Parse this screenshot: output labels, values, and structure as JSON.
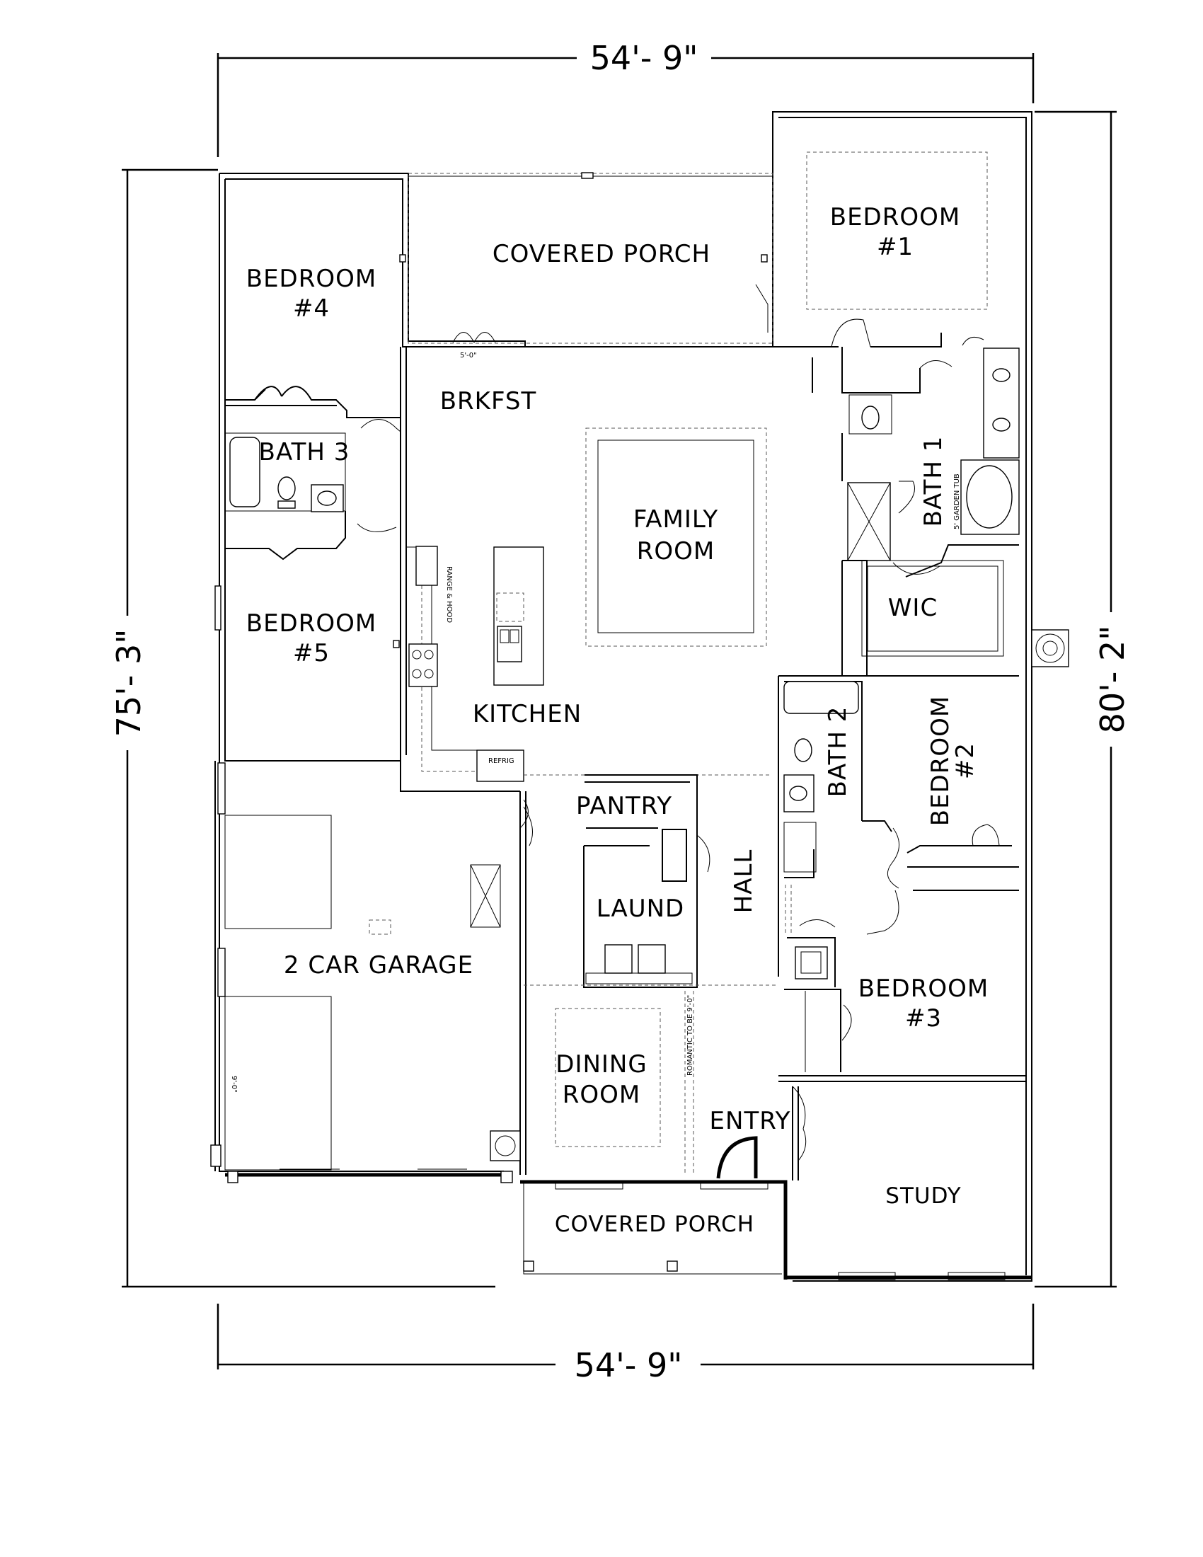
{
  "dimensions": {
    "top_width": "54'- 9\"",
    "bottom_width": "54'- 9\"",
    "left_depth": "75'- 3\"",
    "right_depth": "80'- 2\""
  },
  "rooms": {
    "covered_porch_rear": "COVERED PORCH",
    "bedroom1": {
      "line1": "BEDROOM",
      "line2": "#1"
    },
    "bedroom4": {
      "line1": "BEDROOM",
      "line2": "#4"
    },
    "brkfst": "BRKFST",
    "bath3": "BATH 3",
    "family_room": {
      "line1": "FAMILY",
      "line2": "ROOM"
    },
    "bath1": "BATH 1",
    "wic": "WIC",
    "bedroom5": {
      "line1": "BEDROOM",
      "line2": "#5"
    },
    "kitchen": "KITCHEN",
    "bath2": "BATH 2",
    "bedroom2": {
      "line1": "BEDROOM",
      "line2": "#2"
    },
    "pantry": "PANTRY",
    "laund": "LAUND",
    "hall": "HALL",
    "garage": "2 CAR GARAGE",
    "bedroom3": {
      "line1": "BEDROOM",
      "line2": "#3"
    },
    "dining_room": {
      "line1": "DINING",
      "line2": "ROOM"
    },
    "entry": "ENTRY",
    "study": "STUDY",
    "covered_porch_front": "COVERED PORCH"
  },
  "notes": {
    "range_hood": "RANGE & HOOD",
    "refrig": "REFRIG",
    "garden_tub": "5' GARDEN TUB",
    "porch_opening": "5'-0\"",
    "garage_wall": "9'-0\"",
    "dining_opening": "ROMANTIC TO BE 9'-0\""
  }
}
